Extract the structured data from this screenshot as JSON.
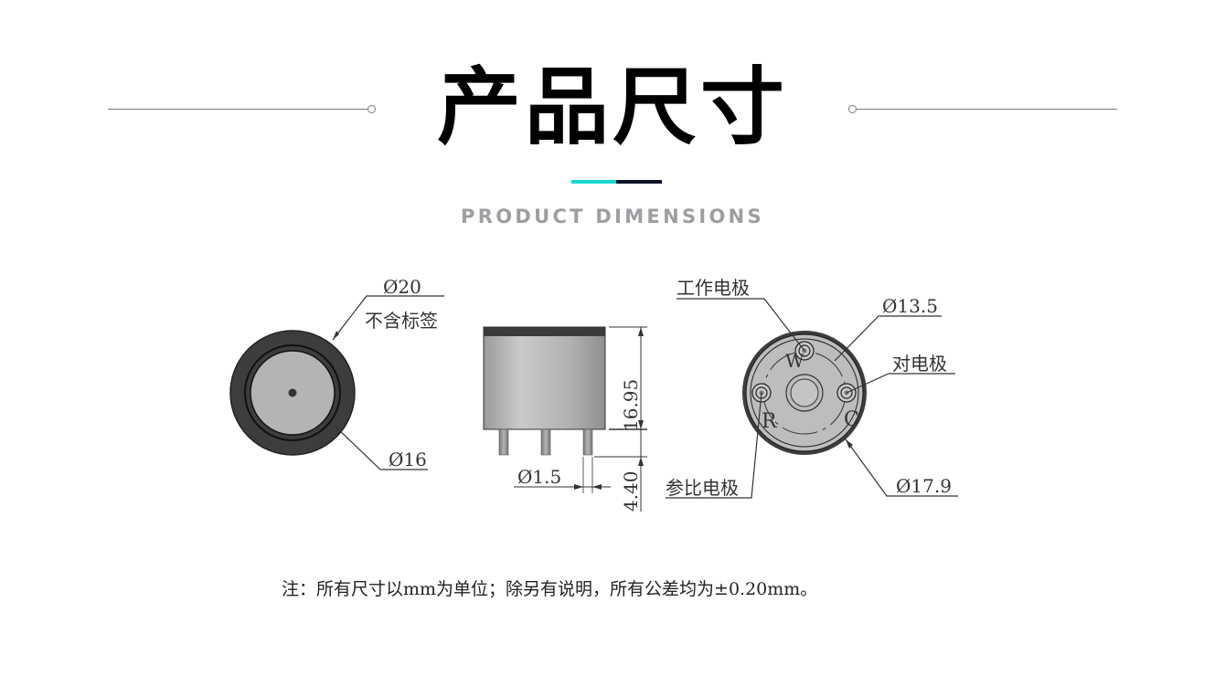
{
  "header": {
    "title": "产品尺寸",
    "subtitle": "PRODUCT DIMENSIONS",
    "accent_colors": {
      "teal": "#19d6d0",
      "dark": "#0d1424"
    },
    "divider_color": "#7a7a7a"
  },
  "drawing": {
    "front_view": {
      "outer_diameter": "Ø20",
      "outer_note": "不含标签",
      "inner_diameter": "Ø16"
    },
    "side_view": {
      "body_height": "16.95",
      "pin_length": "4.40",
      "pin_diameter": "Ø1.5"
    },
    "bottom_view": {
      "working_electrode": "工作电极",
      "counter_electrode": "对电极",
      "reference_electrode": "参比电极",
      "pin_circle_diameter": "Ø13.5",
      "base_diameter": "Ø17.9",
      "letter_w": "W",
      "letter_r": "R",
      "letter_c": "C"
    }
  },
  "note": "注：所有尺寸以mm为单位；除另有说明，所有公差均为±0.20mm。"
}
